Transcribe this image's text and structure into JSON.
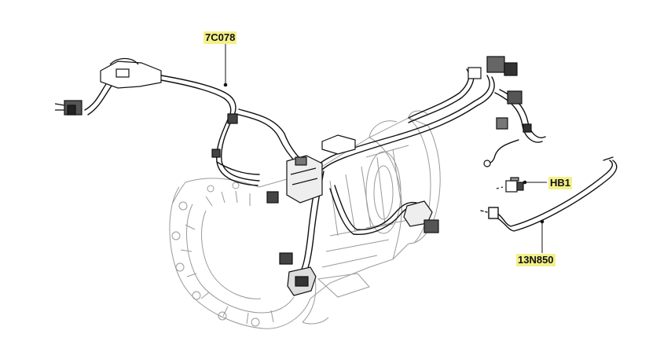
{
  "callouts": {
    "wiring_harness": "7C078",
    "sensor": "HB1",
    "vent_tube": "13N850"
  },
  "colors": {
    "callout_highlight": "#f3f08a",
    "line_dark": "#111111",
    "line_light": "#9a9a9a"
  }
}
